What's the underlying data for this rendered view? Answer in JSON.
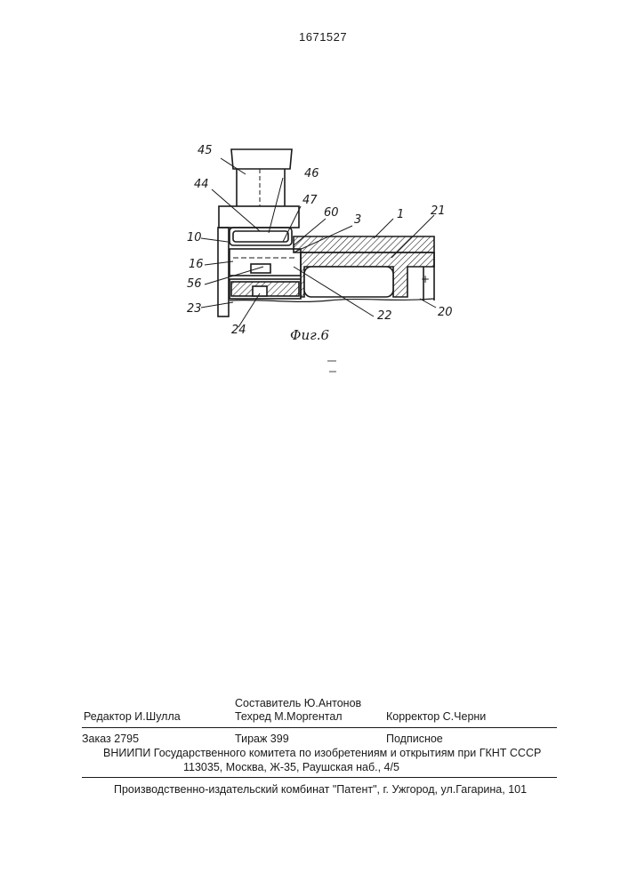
{
  "document": {
    "patent_number": "1671527",
    "figure_caption": "Фиг.6",
    "labels": {
      "l45": "45",
      "l46": "46",
      "l44": "44",
      "l47": "47",
      "l60": "60",
      "l3": "3",
      "l1": "1",
      "l21": "21",
      "l10": "10",
      "l16": "16",
      "l56": "56",
      "l23": "23",
      "l22": "22",
      "l20": "20",
      "l24": "24"
    }
  },
  "imprint": {
    "compiler": "Составитель Ю.Антонов",
    "editor": "Редактор И.Шулла",
    "techred": "Техред М.Моргентал",
    "corrector": "Корректор С.Черни",
    "order": "Заказ 2795",
    "circulation": "Тираж 399",
    "subscription": "Подписное",
    "institute": "ВНИИПИ Государственного комитета по изобретениям и открытиям при ГКНТ СССР",
    "address": "113035, Москва, Ж-35, Раушская наб., 4/5",
    "printer": "Производственно-издательский комбинат \"Патент\", г. Ужгород, ул.Гагарина, 101"
  }
}
